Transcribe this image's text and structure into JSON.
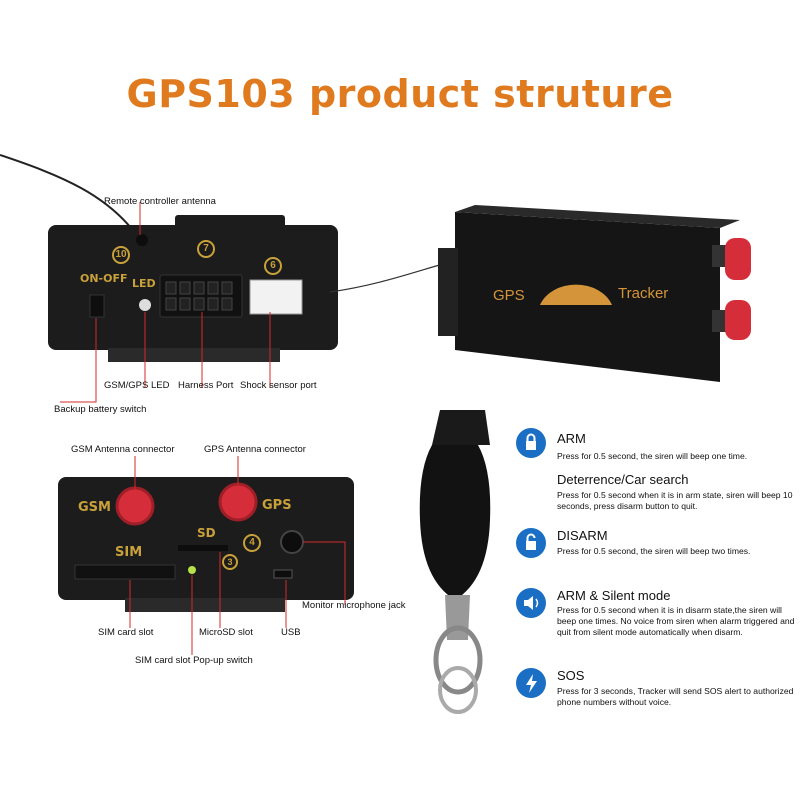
{
  "title": "GPS103 product struture",
  "device_top": {
    "markings": {
      "port10": "10",
      "port7": "7",
      "port6": "6",
      "on_off": "ON-OFF",
      "led": "LED"
    },
    "labels": {
      "remote_antenna": "Remote controller antenna",
      "gsm_gps_led": "GSM/GPS LED",
      "harness_port": "Harness Port",
      "shock_sensor": "Shock sensor port",
      "backup_battery": "Backup battery switch"
    }
  },
  "device_bottom": {
    "markings": {
      "gsm": "GSM",
      "gps": "GPS",
      "sim": "SIM",
      "sd": "SD",
      "port4": "4",
      "port3": "3"
    },
    "labels": {
      "gsm_antenna": "GSM Antenna connector",
      "gps_antenna": "GPS Antenna connector",
      "monitor_mic": "Monitor microphone jack",
      "sim_slot": "SIM card slot",
      "microsd_slot": "MicroSD slot",
      "usb": "USB",
      "sim_popup": "SIM card slot Pop-up switch"
    }
  },
  "tracker_unit": {
    "left_text": "GPS",
    "right_text": "Tracker"
  },
  "features": [
    {
      "icon": "lock-icon",
      "title": "ARM",
      "desc": "Press for 0.5 second, the siren will beep one time."
    },
    {
      "icon": "",
      "title": "Deterrence/Car search",
      "desc": "Press for 0.5 second when it is in arm state, siren will beep 10 seconds, press disarm button to quit."
    },
    {
      "icon": "unlock-icon",
      "title": "DISARM",
      "desc": "Press for 0.5 second, the siren will beep two times."
    },
    {
      "icon": "speaker-icon",
      "title": "ARM & Silent mode",
      "desc": "Press for 0.5 second when it is in disarm state,the siren will beep one times. No voice from siren when alarm triggered and quit from silent mode automatically when disarm."
    },
    {
      "icon": "lightning-icon",
      "title": "SOS",
      "desc": "Press for 3 seconds, Tracker will send SOS alert to authorized phone numbers without voice."
    }
  ],
  "colors": {
    "title": "#e07a1f",
    "device_body": "#1c1c1c",
    "device_marking": "#c9a13a",
    "callout_line": "#d42a2a",
    "icon_bg": "#1a6fc4",
    "antenna_cap": "#d62d3a"
  }
}
